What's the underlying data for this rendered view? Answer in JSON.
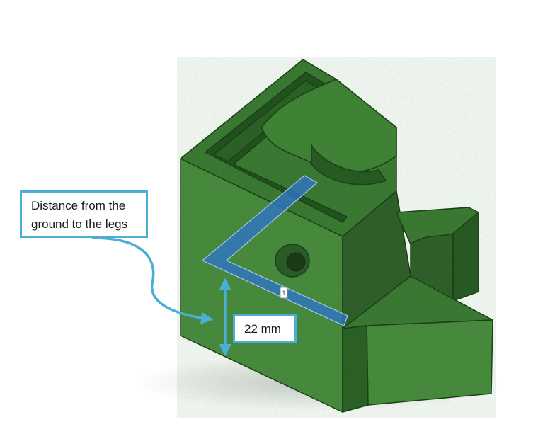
{
  "annotation": {
    "line1": "Distance from the",
    "line2": "ground to the legs"
  },
  "dimension": {
    "value": "22 mm"
  },
  "selection_marker": "1",
  "colors": {
    "part_green": "#3e7a36",
    "part_dark": "#24511f",
    "part_light": "#4c8c41",
    "highlight_blue": "#2f73c9",
    "callout_border": "#4aaed6",
    "arrow": "#4aaed6"
  }
}
